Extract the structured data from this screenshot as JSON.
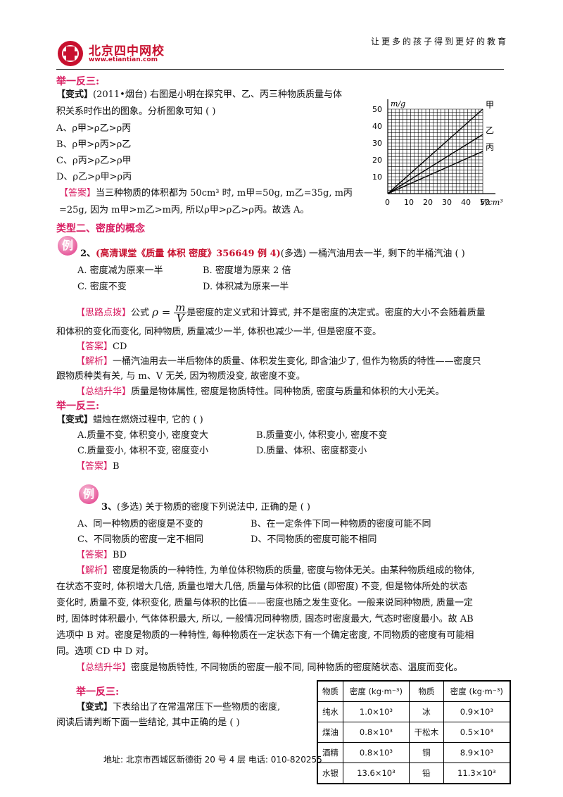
{
  "header": {
    "logo_text": "北京四中网校",
    "logo_url_text": "www.etiantian.com",
    "slogan": "让更多的孩子得到更好的教育"
  },
  "s1": {
    "heading": "举一反三:",
    "variant_tag": "【变式】",
    "q_line1": "(2011•烟台) 右图是小明在探究甲、乙、丙三种物质质量与体",
    "q_line2": "积关系时作出的图象。分析图象可知 (      )",
    "options": [
      "A、ρ甲>ρ乙>ρ丙",
      "B、ρ甲>ρ丙>ρ乙",
      "C、ρ丙>ρ乙>ρ甲",
      "D、ρ乙>ρ甲>ρ丙"
    ],
    "answer_tag": "【答案】",
    "answer_line1": "当三种物质的体积都为 50cm³ 时, m甲=50g, m乙=35g, m丙",
    "answer_line2": "=25g, 因为 m甲>m乙>m丙, 所以ρ甲>ρ乙>ρ丙。故选 A。"
  },
  "chart_data": {
    "type": "line",
    "ylabel": "m/g",
    "xlabel": "V/cm³",
    "x_ticks": [
      "0",
      "10",
      "20",
      "30",
      "40",
      "50"
    ],
    "y_ticks": [
      "10",
      "20",
      "30",
      "40",
      "50"
    ],
    "xlim": [
      0,
      50
    ],
    "ylim": [
      0,
      50
    ],
    "grid": true,
    "series": [
      {
        "name": "甲",
        "x": [
          0,
          50
        ],
        "y": [
          0,
          50
        ]
      },
      {
        "name": "乙",
        "x": [
          0,
          50
        ],
        "y": [
          0,
          35
        ]
      },
      {
        "name": "丙",
        "x": [
          0,
          50
        ],
        "y": [
          0,
          25
        ]
      }
    ]
  },
  "s2": {
    "type_heading": "类型二、密度的概念",
    "example_icon": "例",
    "q_num": "2、",
    "q_source": "(高清课堂《质量 体积 密度》356649 例 4)",
    "q_text": "(多选) 一桶汽油用去一半, 剩下的半桶汽油 (      )",
    "options": [
      "A. 密度减为原来一半",
      "B. 密度增为原来 2 倍",
      "C. 密度不变",
      "D. 体积减为原来一半"
    ],
    "hint_tag": "【思路点拨】",
    "hint_pre": "公式",
    "formula_rho": "ρ =",
    "formula_num": "m",
    "formula_den": "V",
    "hint_post": "是密度的定义式和计算式, 并不是密度的决定式。密度的大小不会随着质量",
    "hint_line2": "和体积的变化而变化, 同种物质, 质量减少一半, 体积也减少一半, 但是密度不变。",
    "answer_tag": "【答案】",
    "answer": "CD",
    "analysis_tag": "【解析】",
    "analysis_line1": "一桶汽油用去一半后物体的质量、体积发生变化, 即含油少了, 但作为物质的特性——密度只",
    "analysis_line2": "跟物质种类有关, 与 m、V 无关, 因为物质没变, 故密度不变。",
    "summary_tag": "【总结升华】",
    "summary": "质量是物体属性, 密度是物质特性。同种物质, 密度与质量和体积的大小无关。"
  },
  "s3": {
    "heading": "举一反三:",
    "variant_tag": "【变式】",
    "q": "蜡烛在燃烧过程中, 它的 (      )",
    "options": [
      "A.质量不变, 体积变小, 密度变大",
      "B.质量变小, 体积变小, 密度不变",
      "C.质量变小, 体积不变, 密度变小",
      "D.质量、体积、密度都变小"
    ],
    "answer_tag": "【答案】",
    "answer": "B"
  },
  "s4": {
    "example_icon": "例",
    "q_num": "3、",
    "q_text": "(多选) 关于物质的密度下列说法中, 正确的是 (      )",
    "options": [
      "A、同一种物质的密度是不变的",
      "B、在一定条件下同一种物质的密度可能不同",
      "C、不同物质的密度一定不相同",
      "D、不同物质的密度可能不相同"
    ],
    "answer_tag": "【答案】",
    "answer": "BD",
    "analysis_tag": "【解析】",
    "analysis_lines": [
      "密度是物质的一种特性, 为单位体积物质的质量, 密度与物体无关。由某种物质组成的物体,",
      "在状态不变时, 体积增大几倍, 质量也增大几倍, 质量与体积的比值 (即密度) 不变, 但是物体所处的状态",
      "变化时, 质量不变, 体积变化, 质量与体积的比值——密度也随之发生变化。一般来说同种物质, 质量一定",
      "时, 固体时体积最小, 气体体积最大, 所以, 一般情况同种物质, 固态时密度最大, 气态时密度最小。故 AB",
      "选项中 B 对。密度是物质的一种特性, 每种物质在一定状态下有一个确定密度, 不同物质的密度有可能相",
      "同。选项 CD 中 D 对。"
    ],
    "summary_tag": "【总结升华】",
    "summary": "密度是物质特性, 不同物质的密度一般不同, 同种物质的密度随状态、温度而变化。"
  },
  "s5": {
    "heading": "举一反三:",
    "variant_tag": "【变式】",
    "q_line1": "下表给出了在常温常压下一些物质的密度,",
    "q_line2": "阅读后请判断下面一些结论, 其中正确的是 (      )",
    "table": {
      "headers": [
        "物质",
        "密度 (kg·m⁻³)",
        "物质",
        "密度 (kg·m⁻³)"
      ],
      "rows": [
        [
          "纯水",
          "1.0×10³",
          "冰",
          "0.9×10³"
        ],
        [
          "煤油",
          "0.8×10³",
          "干松木",
          "0.5×10³"
        ],
        [
          "酒精",
          "0.8×10³",
          "铜",
          "8.9×10³"
        ],
        [
          "水银",
          "13.6×10³",
          "铅",
          "11.3×10³"
        ]
      ]
    }
  },
  "footer": {
    "address": "地址: 北京市西城区新德街 20 号 4 层  电话: 010-820255"
  }
}
